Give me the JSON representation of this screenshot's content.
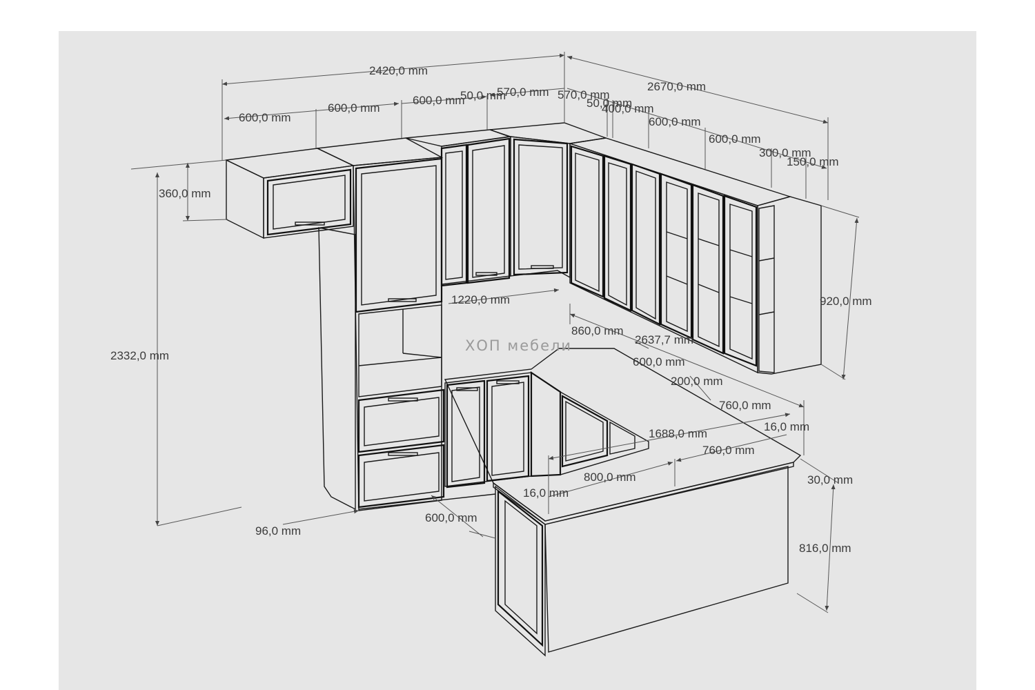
{
  "watermark": "ХОП мебели",
  "colors": {
    "background": "#e6e6e6",
    "cabinet_face": "#ffffff",
    "lines": "#1a1a1a",
    "dimension_text": "#3b3b3b"
  },
  "dimensions": {
    "overall_width_left": "2420,0 mm",
    "overall_width_right": "2670,0 mm",
    "upper_left_1": "600,0 mm",
    "upper_left_2": "600,0 mm",
    "upper_left_3": "600,0 mm",
    "upper_left_4": "50,0 mm",
    "upper_corner_left": "570,0 mm",
    "upper_corner_right": "570,0 mm",
    "upper_right_1": "50,0 mm",
    "upper_right_2": "400,0 mm",
    "upper_right_3": "600,0 mm",
    "upper_right_4": "600,0 mm",
    "upper_right_5": "300,0 mm",
    "upper_right_6": "150,0 mm",
    "top_box_height": "360,0 mm",
    "total_height": "2332,0 mm",
    "wall_cabinet_height": "920,0 mm",
    "gap_height": "1220,0 mm",
    "counter_depth_860": "860,0 mm",
    "counter_run": "2637,7 mm",
    "counter_600": "600,0 mm",
    "counter_200": "200,0 mm",
    "counter_760_a": "760,0 mm",
    "counter_thickness_a": "16,0 mm",
    "counter_1688": "1688,0 mm",
    "counter_760_b": "760,0 mm",
    "counter_800": "800,0 mm",
    "counter_thickness_b": "16,0 mm",
    "overhang_30": "30,0 mm",
    "base_depth_600": "600,0 mm",
    "plinth_96": "96,0 mm",
    "base_height_816": "816,0 mm"
  }
}
